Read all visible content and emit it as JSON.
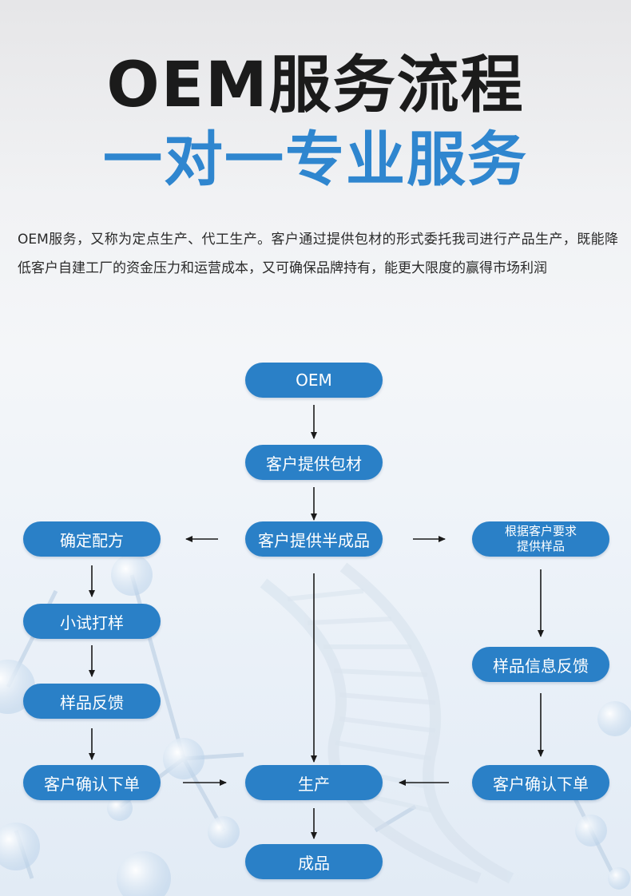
{
  "header": {
    "title": "OEM服务流程",
    "subtitle": "一对一专业服务"
  },
  "intro": {
    "text": "OEM服务，又称为定点生产、代工生产。客户通过提供包材的形式委托我司进行产品生产，既能降低客户自建工厂的资金压力和运营成本，又可确保品牌持有，能更大限度的赢得市场利润"
  },
  "flow": {
    "oem": "OEM",
    "packaging": "客户提供包材",
    "semi_product": "客户提供半成品",
    "formula": "确定配方",
    "trial": "小试打样",
    "sample_feedback_left": "样品反馈",
    "order_left": "客户确认下单",
    "custom_sample": "根据客户要求\n提供样品",
    "sample_info_feedback": "样品信息反馈",
    "order_right": "客户确认下单",
    "production": "生产",
    "finished": "成品"
  },
  "colors": {
    "box": "#2a80c7",
    "accent": "#2f86cf",
    "title": "#1b1b1b"
  }
}
